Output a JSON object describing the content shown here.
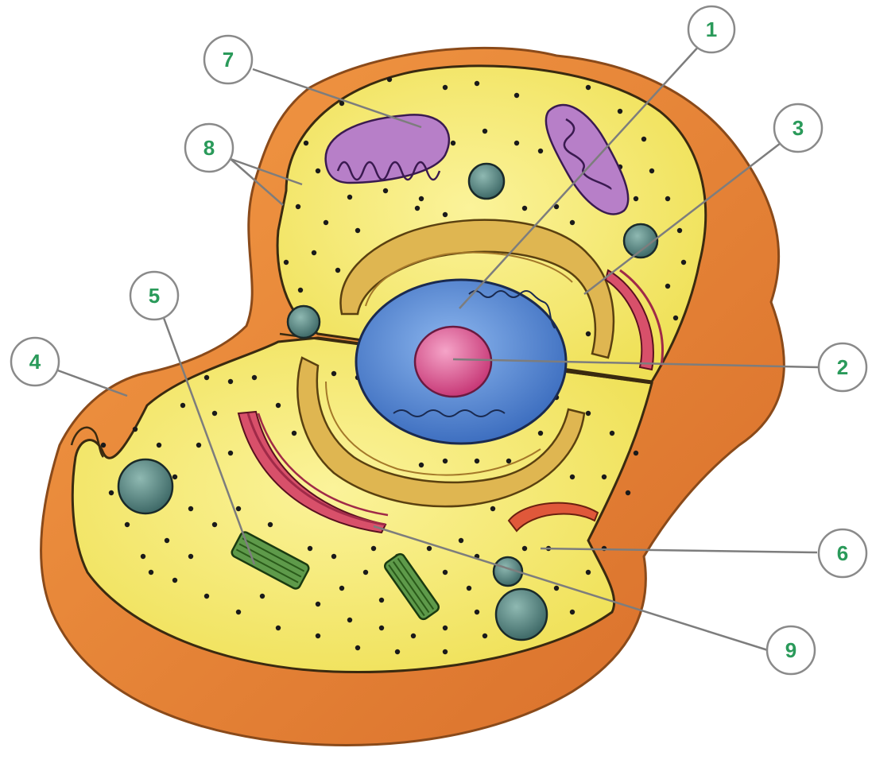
{
  "callouts": [
    {
      "id": "1",
      "label": "1"
    },
    {
      "id": "2",
      "label": "2"
    },
    {
      "id": "3",
      "label": "3"
    },
    {
      "id": "4",
      "label": "4"
    },
    {
      "id": "5",
      "label": "5"
    },
    {
      "id": "6",
      "label": "6"
    },
    {
      "id": "7",
      "label": "7"
    },
    {
      "id": "8",
      "label": "8"
    },
    {
      "id": "9",
      "label": "9"
    }
  ],
  "colors": {
    "membrane_outer": "#e8873a",
    "cytoplasm": "#f7ec6a",
    "nucleus": "#5a8fd8",
    "nucleolus": "#e0609a",
    "mitochondria": "#b580c8",
    "golgi": "#d8b050",
    "er": "#d8506a",
    "lysosome": "#5f8a86",
    "centriole": "#5e9a4a",
    "label_text": "#2a9a5a"
  }
}
